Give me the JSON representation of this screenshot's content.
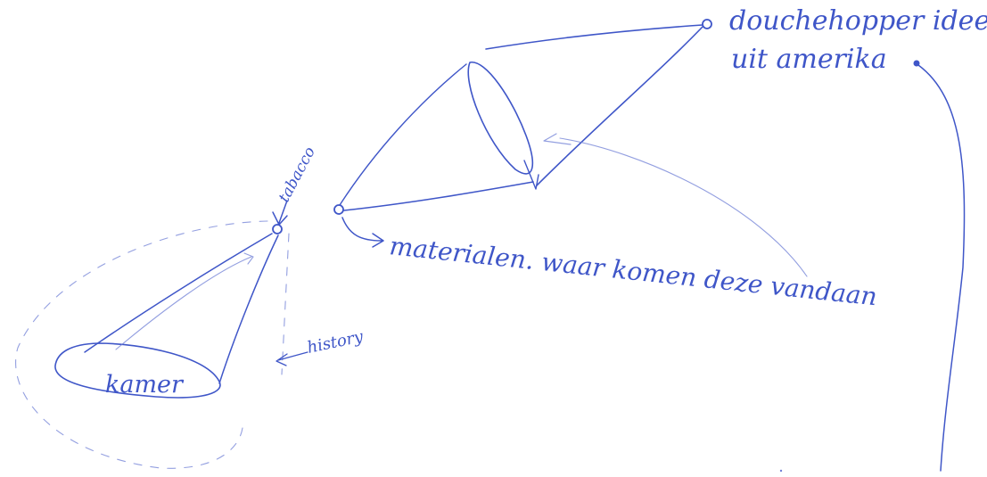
{
  "labels": {
    "douche": "douchehopper idee",
    "amerika": "uit amerika",
    "tabacco": "tabacco",
    "materialen": "materialen. waar komen deze vandaan",
    "history": "history",
    "kamer": "kamer"
  },
  "colors": {
    "ink": "#3f56c8",
    "paper": "#ffffff"
  }
}
